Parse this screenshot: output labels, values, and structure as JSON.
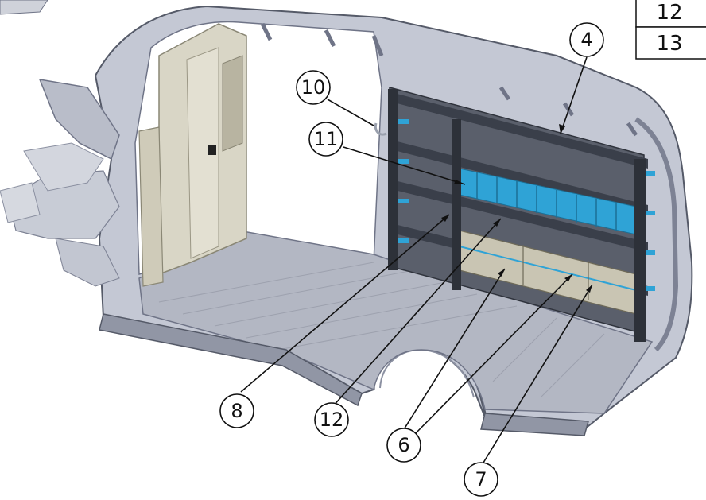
{
  "callouts": [
    {
      "id": "4",
      "label": "4"
    },
    {
      "id": "6",
      "label": "6"
    },
    {
      "id": "7",
      "label": "7"
    },
    {
      "id": "8",
      "label": "8"
    },
    {
      "id": "10",
      "label": "10"
    },
    {
      "id": "11",
      "label": "11"
    },
    {
      "id": "12",
      "label": "12"
    }
  ],
  "parts_table": {
    "rows": [
      "12",
      "13"
    ]
  },
  "colors": {
    "body_shell": "#b7bccb",
    "shell_dark": "#6f7487",
    "floor": "#a9adb9",
    "shelf_frame": "#3a3f4a",
    "shelf_accent": "#2fa3d6",
    "partition": "#d6d3c4"
  }
}
